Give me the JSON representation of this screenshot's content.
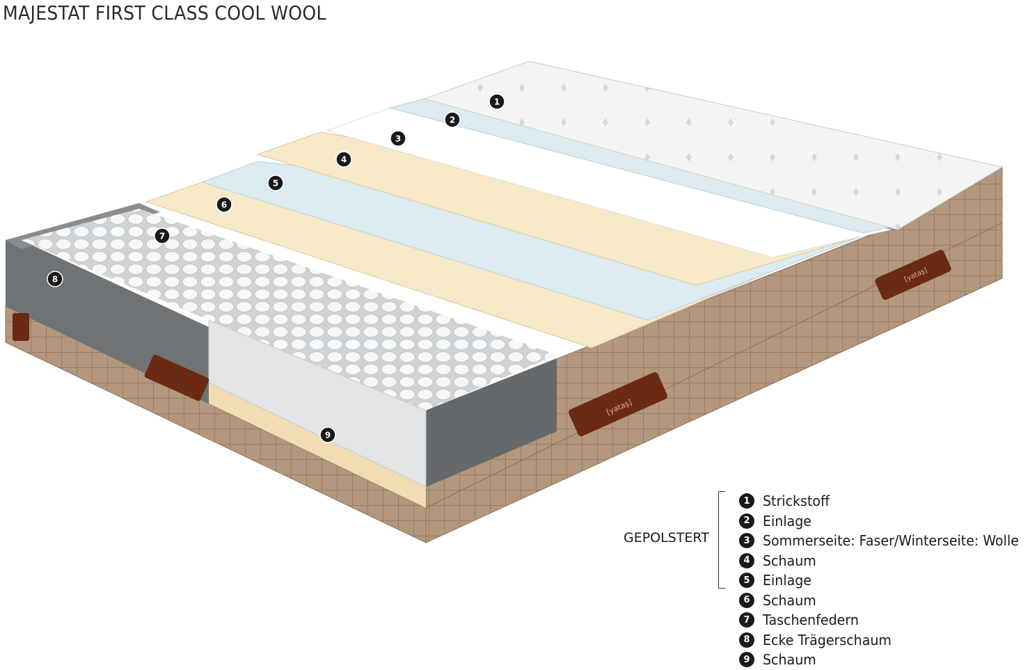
{
  "title": "MAJESTAT FIRST CLASS COOL WOOL",
  "group_label": "GEPOLSTERT",
  "brand_tag": "[yataş]",
  "colors": {
    "fabric": "#b3977e",
    "fabric_dark": "#8e7259",
    "knit": "#f2f2f2",
    "insert_blue": "#dcebf0",
    "foam_cream": "#f7e9c8",
    "gray_foam": "#6f7274",
    "handle": "#6b2a14",
    "badge": "#1a1a1a"
  },
  "layers": [
    {
      "num": "1",
      "label": "Strickstoff"
    },
    {
      "num": "2",
      "label": "Einlage"
    },
    {
      "num": "3",
      "label": "Sommerseite: Faser/Winterseite: Wolle"
    },
    {
      "num": "4",
      "label": "Schaum"
    },
    {
      "num": "5",
      "label": "Einlage"
    },
    {
      "num": "6",
      "label": "Schaum"
    },
    {
      "num": "7",
      "label": "Taschenfedern"
    },
    {
      "num": "8",
      "label": "Ecke Trägerschaum"
    },
    {
      "num": "9",
      "label": "Schaum"
    }
  ]
}
